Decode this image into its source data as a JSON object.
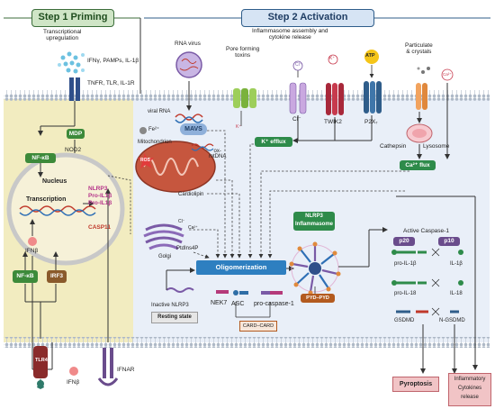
{
  "step1": {
    "title": "Step 1 Priming",
    "subtitle": "Transcriptional\nupregulation",
    "ligands": "IFNγ, PAMPs, IL-1β",
    "receptors": "TNFR, TLR, IL-1R",
    "mdp": "MDP",
    "nod2": "NOD2",
    "nfkb": "NF-κB",
    "nucleus": "Nucleus",
    "transcription": "Transcription",
    "genes": [
      "NLRP3",
      "Pro-IL1β",
      "Pro-IL1β",
      "CASP11"
    ],
    "ifnb_inner": "IFNβ",
    "nfkb2": "NF-κB",
    "irf3": "IRF3",
    "tlr4": "TLR4",
    "ifnb_outer": "IFNβ",
    "ifnar": "IFNAR"
  },
  "step2": {
    "title": "Step 2 Activation",
    "subtitle": "Inflammasome assembly and\ncytokine release",
    "rna_virus": "RNA virus",
    "pore_toxins": "Pore forming\ntoxins",
    "particulate": "Particulate\n& crystals",
    "viral_rna": "viral RNA",
    "fe": "Fe²⁺",
    "mitochondrion": "Mitochondrion",
    "mavs": "MAVS",
    "ros": "ROS",
    "mtdna": "ox-\nmtDNA",
    "cardiolipin": "Cardiolipin",
    "k_plus": "K⁺",
    "cl_ion": "Cl⁻",
    "k_ion": "K⁺",
    "atp": "ATP",
    "ca_ion": "Ca²⁺",
    "cl_channel": "Cl⁻",
    "twik2": "TWIK2",
    "p2x7": "P2X₇",
    "k_efflux": "K⁺ efflux",
    "cathepsin": "Cathepsin",
    "lysosome": "Lysosome",
    "ca_flux": "Ca²⁺ flux",
    "golgi": "Golgi",
    "ca_golgi": "Ca²⁺",
    "ptdins4p": "PtdIns4P",
    "cl_golgi": "Cl⁻",
    "nlrp3_inflammasome": "NLRP3\nInflammasome",
    "oligomerization": "Oligomerization",
    "inactive_nlrp3": "Inactive NLRP3",
    "resting_state": "Resting state",
    "nek7": "NEK7",
    "asc": "ASC",
    "pro_caspase1": "pro-caspase-1",
    "card_card": "CARD–CARD",
    "pyd_pyd": "PYD–PYD",
    "active_caspase1": "Active Caspase-1",
    "p20": "p20",
    "p10": "p10",
    "pro_il1b": "pro-IL-1β",
    "il1b": "IL-1β",
    "pro_il18": "pro-IL-18",
    "il18": "IL-18",
    "gsdmd": "GSDMD",
    "n_gsdmd": "N-GSDMD",
    "pyroptosis": "Pyroptosis",
    "inflammatory": "Inflammatory\nCytokines\nrelease"
  },
  "colors": {
    "green_header": "#3b6d3a",
    "blue_header": "#2f5d8a",
    "priming_bg": "#f2ecc0",
    "activation_bg": "#e9eff8",
    "membrane": "#c9d2dd",
    "oligo_blue": "#2e7fc0",
    "nlrp3_green": "#2e8b4a",
    "k_efflux_green": "#2e8b4a",
    "ca_flux_green": "#2e8b4a",
    "nfkb_green": "#3d8a3a",
    "irf3_brown": "#8a5a2b",
    "card_orange": "#b35a1f",
    "pyroptosis_pink": "#f1c4c6"
  }
}
